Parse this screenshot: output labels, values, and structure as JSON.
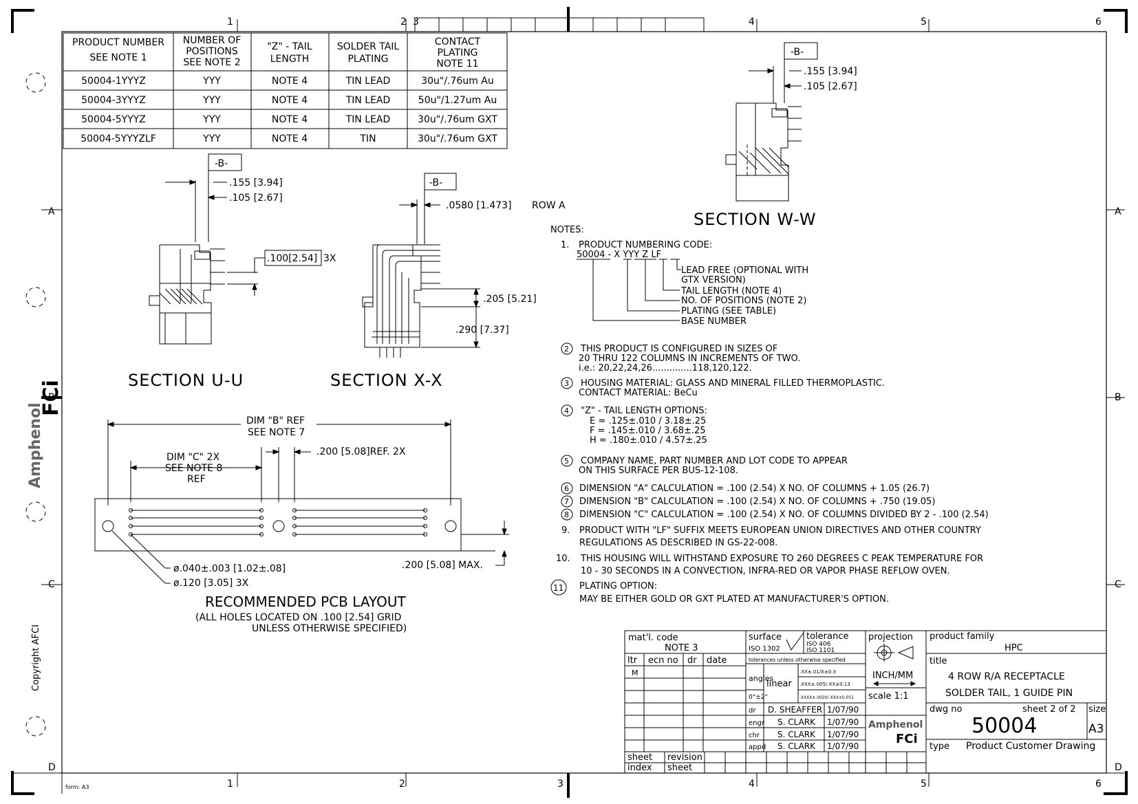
{
  "zones": {
    "top": [
      "1",
      "2",
      "3",
      "4",
      "5",
      "6"
    ],
    "bottom": [
      "1",
      "2",
      "3",
      "4",
      "5",
      "6"
    ],
    "left": [
      "A",
      "B",
      "C",
      "D"
    ],
    "right": [
      "A",
      "B",
      "C",
      "D"
    ]
  },
  "form_label": "form: A3",
  "side_brand": {
    "line1": "Amphenol",
    "line2": "FCi"
  },
  "copyright": "Copyright AFCI",
  "product_table": {
    "headers": [
      [
        "PRODUCT NUMBER",
        "SEE NOTE 1"
      ],
      [
        "NUMBER OF",
        "POSITIONS",
        "SEE NOTE 2"
      ],
      [
        "\"Z\" - TAIL",
        "LENGTH"
      ],
      [
        "SOLDER TAIL",
        "PLATING"
      ],
      [
        "CONTACT",
        "PLATING",
        "NOTE 11"
      ]
    ],
    "rows": [
      [
        "50004-1YYYZ",
        "YYY",
        "NOTE 4",
        "TIN LEAD",
        "30u\"/.76um Au"
      ],
      [
        "50004-3YYYZ",
        "YYY",
        "NOTE 4",
        "TIN LEAD",
        "50u\"/1.27um Au"
      ],
      [
        "50004-5YYYZ",
        "YYY",
        "NOTE 4",
        "TIN LEAD",
        "30u\"/.76um GXT"
      ],
      [
        "50004-5YYYZLF",
        "YYY",
        "NOTE 4",
        "TIN",
        "30u\"/.76um GXT"
      ]
    ]
  },
  "section_uu": {
    "datum": "-B-",
    "dim1": ".155 [3.94]",
    "dim2": ".105 [2.67]",
    "dim3": ".100[2.54]",
    "dim3_suffix": "3X",
    "title": "SECTION U-U"
  },
  "section_xx": {
    "datum": "-B-",
    "dim1": ".0580 [1.473]",
    "row_label": "ROW A",
    "dim2": ".205 [5.21]",
    "dim3": ".290 [7.37]",
    "title": "SECTION X-X"
  },
  "section_ww": {
    "datum": "-B-",
    "dim1": ".155 [3.94]",
    "dim2": ".105 [2.67]",
    "title": "SECTION W-W"
  },
  "pcb": {
    "dim_b": "DIM \"B\" REF",
    "dim_b_note": "SEE NOTE 7",
    "dim_c": "DIM \"C\" 2X",
    "dim_c_note": "SEE NOTE 8",
    "dim_c_ref": "REF",
    "dim_200": ".200 [5.08]REF. 2X",
    "dim_200max": ".200 [5.08] MAX.",
    "hole_small": "ø.040±.003 [1.02±.08]",
    "hole_large": "ø.120 [3.05] 3X",
    "title": "RECOMMENDED PCB LAYOUT",
    "subtitle1": "(ALL HOLES LOCATED ON .100 [2.54] GRID",
    "subtitle2": "UNLESS OTHERWISE SPECIFIED)"
  },
  "notes": {
    "heading": "NOTES:",
    "n1_num": "1.",
    "n1": "PRODUCT NUMBERING CODE:",
    "code": "50004 - X YYY Z LF",
    "code_lines": [
      "LEAD FREE (OPTIONAL WITH",
      "GTX VERSION)",
      "TAIL LENGTH (NOTE 4)",
      "NO. OF POSITIONS (NOTE 2)",
      "PLATING (SEE TABLE)",
      "BASE NUMBER"
    ],
    "n2_num": "2",
    "n2": [
      "THIS PRODUCT IS CONFIGURED IN SIZES OF",
      "20 THRU 122 COLUMNS IN INCREMENTS OF TWO.",
      "i.e.:  20,22,24,26..............118,120,122."
    ],
    "n3_num": "3",
    "n3": [
      "HOUSING MATERIAL: GLASS AND MINERAL FILLED THERMOPLASTIC.",
      "CONTACT MATERIAL:  BeCu"
    ],
    "n4_num": "4",
    "n4": [
      "\"Z\" - TAIL LENGTH OPTIONS:",
      "E = .125±.010 / 3.18±.25",
      "F = .145±.010 / 3.68±.25",
      "H = .180±.010 / 4.57±.25"
    ],
    "n5_num": "5",
    "n5": [
      "COMPANY NAME, PART NUMBER AND LOT CODE TO APPEAR",
      "ON THIS SURFACE PER BUS-12-108."
    ],
    "n6_num": "6",
    "n6": "DIMENSION \"A\" CALCULATION = .100 (2.54) X NO. OF COLUMNS + 1.05 (26.7)",
    "n7_num": "7",
    "n7": "DIMENSION \"B\" CALCULATION = .100 (2.54) X NO. OF COLUMNS +  .750 (19.05)",
    "n8_num": "8",
    "n8": "DIMENSION \"C\" CALCULATION = .100 (2.54) X NO. OF COLUMNS DIVIDED BY 2 - .100 (2.54)",
    "n9_num": "9.",
    "n9": [
      "PRODUCT WITH \"LF\" SUFFIX MEETS EUROPEAN UNION DIRECTIVES AND OTHER COUNTRY",
      "REGULATIONS AS DESCRIBED IN GS-22-008."
    ],
    "n10_num": "10.",
    "n10": [
      "THIS HOUSING WILL WITHSTAND EXPOSURE TO 260 DEGREES C PEAK TEMPERATURE FOR",
      "10 - 30 SECONDS IN A CONVECTION, INFRA-RED OR VAPOR PHASE REFLOW OVEN."
    ],
    "n11_num": "11",
    "n11": [
      "PLATING OPTION:",
      "MAY BE EITHER GOLD OR GXT PLATED AT MANUFACTURER'S OPTION."
    ]
  },
  "title_block": {
    "matl_code": "mat'l. code",
    "matl_value": "NOTE 3",
    "surface": "surface",
    "surface_iso": "ISO 1302",
    "tolerance": "tolerance",
    "tol_iso1": "ISO 406",
    "tol_iso2": "ISO 1101",
    "projection": "projection",
    "product_family": "product family",
    "product_family_value": "HPC",
    "rev_headers": [
      "ltr",
      "ecn no",
      "dr",
      "date"
    ],
    "rev_ltr": "M",
    "tol_note": "tolerances unless otherwise specified",
    "angles": "angles",
    "angles_val": "0°±2°",
    "linear": "linear",
    "lin1": ".XX±.01/X±0.3",
    "lin2": ".XXX±.005/.XX±0.13",
    "lin3": ".XXXX±.0020/.XXX±0.051",
    "units": "INCH/MM",
    "scale": "scale 1:1",
    "title_label": "title",
    "title1": "4 ROW R/A RECEPTACLE",
    "title2": "SOLDER TAIL, 1 GUIDE PIN",
    "people": [
      [
        "dr",
        "D. SHEAFFER",
        "1/07/90"
      ],
      [
        "engr",
        "S. CLARK",
        "1/07/90"
      ],
      [
        "chr",
        "S. CLARK",
        "1/07/90"
      ],
      [
        "appd",
        "S. CLARK",
        "1/07/90"
      ]
    ],
    "brand1": "Amphenol",
    "brand2": "FCi",
    "dwg_no_label": "dwg no",
    "sheet_info": "sheet 2 of 2",
    "size_label": "size",
    "dwg_no": "50004",
    "size": "A3",
    "type_label": "type",
    "type_value": "Product Customer Drawing",
    "sheet_label": "sheet",
    "index_label": "index",
    "revision_label": "revision",
    "sheet2_label": "sheet"
  }
}
